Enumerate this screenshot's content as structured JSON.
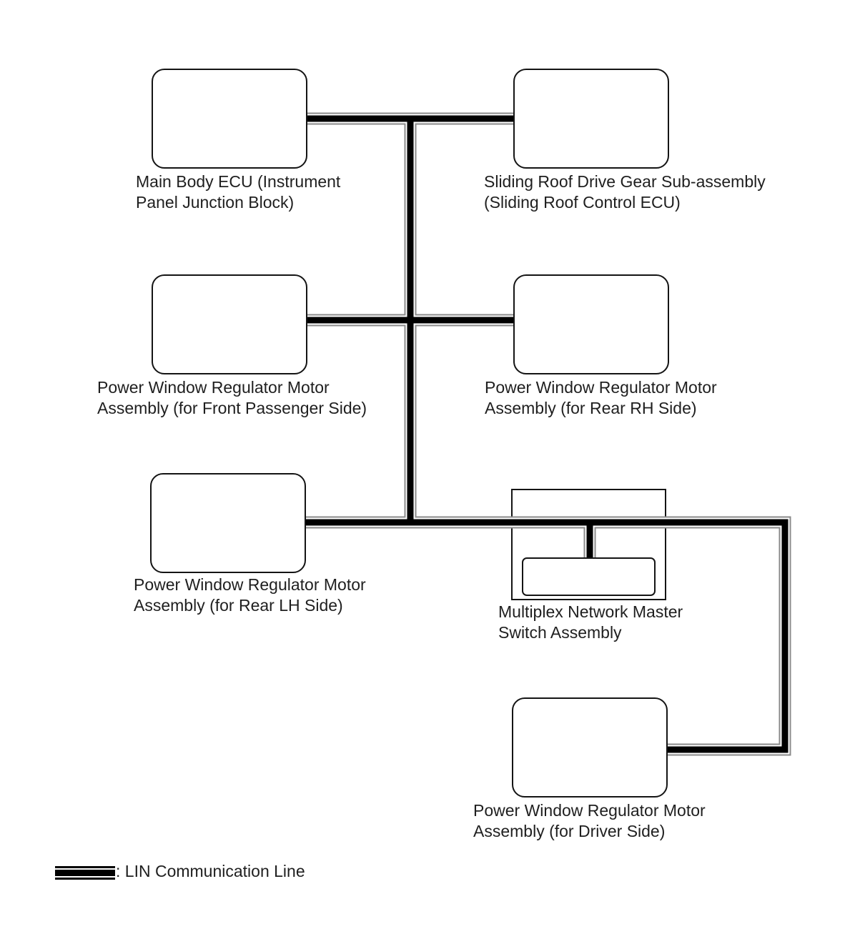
{
  "nodes": [
    {
      "id": "main-body-ecu",
      "label_lines": [
        "Main Body ECU (Instrument",
        "Panel Junction Block)"
      ]
    },
    {
      "id": "sliding-roof-drive-gear",
      "label_lines": [
        "Sliding Roof Drive Gear Sub-assembly",
        "(Sliding Roof Control ECU)"
      ]
    },
    {
      "id": "pw-motor-front-passenger",
      "label_lines": [
        "Power Window Regulator Motor",
        "Assembly (for Front Passenger Side)"
      ]
    },
    {
      "id": "pw-motor-rear-rh",
      "label_lines": [
        "Power Window Regulator Motor",
        "Assembly (for Rear RH Side)"
      ]
    },
    {
      "id": "pw-motor-rear-lh",
      "label_lines": [
        "Power Window Regulator Motor",
        "Assembly (for Rear LH Side)"
      ]
    },
    {
      "id": "multiplex-network-master-switch",
      "label_lines": [
        "Multiplex Network Master",
        "Switch Assembly"
      ]
    },
    {
      "id": "pw-motor-driver",
      "label_lines": [
        "Power Window Regulator Motor",
        "Assembly (for Driver Side)"
      ]
    }
  ],
  "legend": {
    "label": ": LIN Communication Line",
    "line_name": "LIN Communication Line"
  },
  "colors": {
    "line_core": "#000000",
    "line_edge": "#8a8a8a",
    "line_gap": "#ffffff",
    "box_border": "#141414",
    "text": "#1f1f1f",
    "background": "#ffffff"
  }
}
